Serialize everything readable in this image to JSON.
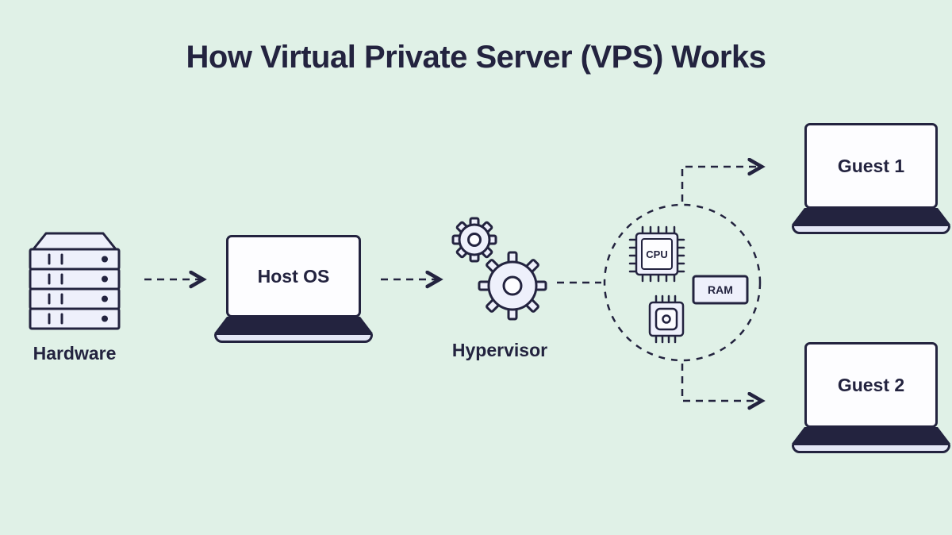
{
  "title": "How Virtual Private Server (VPS) Works",
  "colors": {
    "background": "#e0f1e7",
    "ink": "#23233f",
    "icon_fill": "#eef0fb",
    "screen_fill": "#fdfdff",
    "base_fill": "#e4e7f6"
  },
  "nodes": {
    "hardware": {
      "label": "Hardware"
    },
    "host_os": {
      "label": "Host OS"
    },
    "hypervisor": {
      "label": "Hypervisor"
    },
    "resources": {
      "cpu_label": "CPU",
      "ram_label": "RAM"
    },
    "guest1": {
      "label": "Guest 1"
    },
    "guest2": {
      "label": "Guest 2"
    }
  }
}
